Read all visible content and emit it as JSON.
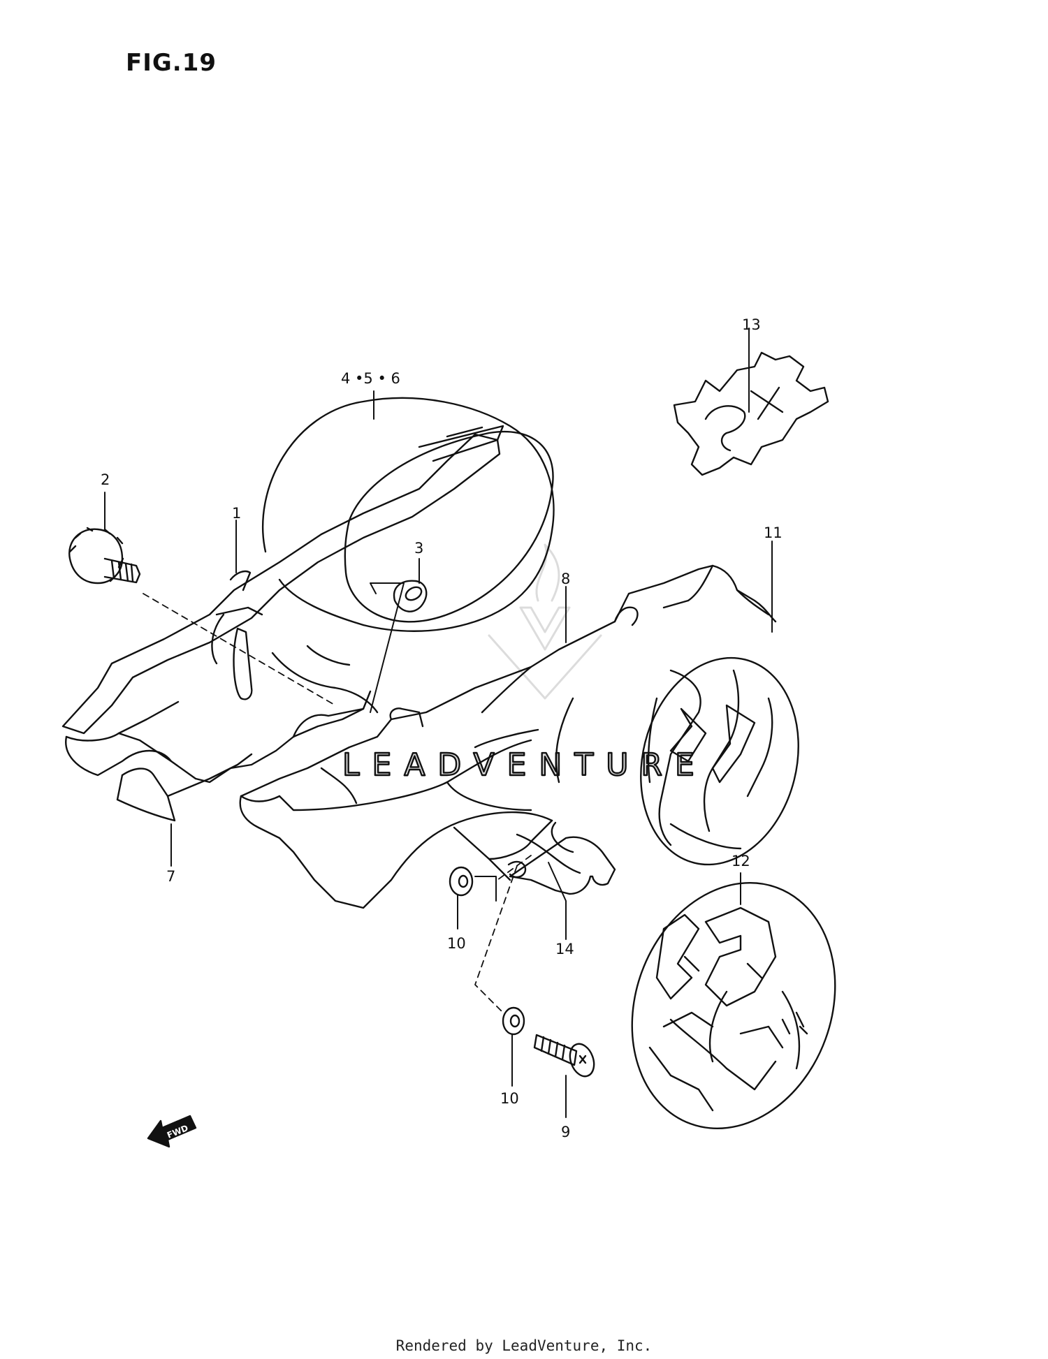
{
  "figure": {
    "title": "FIG.19"
  },
  "callouts": [
    {
      "id": "c1",
      "label": "1"
    },
    {
      "id": "c2",
      "label": "2"
    },
    {
      "id": "c3",
      "label": "3"
    },
    {
      "id": "c456",
      "label": "4 •5 • 6"
    },
    {
      "id": "c7",
      "label": "7"
    },
    {
      "id": "c8",
      "label": "8"
    },
    {
      "id": "c9",
      "label": "9"
    },
    {
      "id": "c10a",
      "label": "10"
    },
    {
      "id": "c10b",
      "label": "10"
    },
    {
      "id": "c11",
      "label": "11"
    },
    {
      "id": "c12",
      "label": "12"
    },
    {
      "id": "c13",
      "label": "13"
    },
    {
      "id": "c14",
      "label": "14"
    }
  ],
  "direction_arrow": {
    "label": "FWD"
  },
  "watermark": {
    "text": "LEADVENTURE"
  },
  "footer": {
    "text": "Rendered by LeadVenture, Inc."
  }
}
